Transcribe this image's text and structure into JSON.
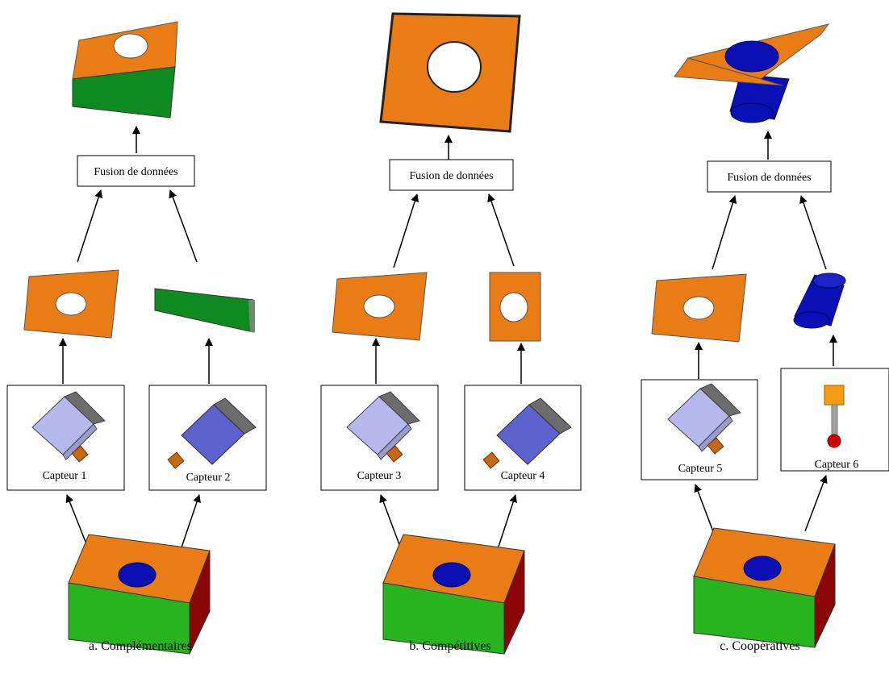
{
  "fusion_label": "Fusion de données",
  "panels": [
    {
      "caption": "a. Complémentaires",
      "sensors": [
        "Capteur 1",
        "Capteur 2"
      ],
      "results": [
        "plate-with-hole",
        "green-wall"
      ],
      "fused": "plate-with-hole-and-wall"
    },
    {
      "caption": "b. Compétitives",
      "sensors": [
        "Capteur 3",
        "Capteur 4"
      ],
      "results": [
        "plate-with-hole",
        "square-plate-with-hole"
      ],
      "fused": "plate-with-hole"
    },
    {
      "caption": "c. Coopératives",
      "sensors": [
        "Capteur 5",
        "Capteur 6"
      ],
      "results": [
        "plate-with-hole",
        "blue-cylinder"
      ],
      "fused": "plate-with-cylinder"
    }
  ],
  "colors": {
    "orange": "#e97c14",
    "green": "#0f8a20",
    "bright_green": "#27b41e",
    "dark_red": "#8a0606",
    "blue": "#0a10b3",
    "camera_light": "#b7b9ec",
    "camera_blue": "#5d62cf",
    "camera_grey": "#6c6c6c",
    "probe_orange": "#f39c12",
    "probe_red": "#d00000"
  }
}
